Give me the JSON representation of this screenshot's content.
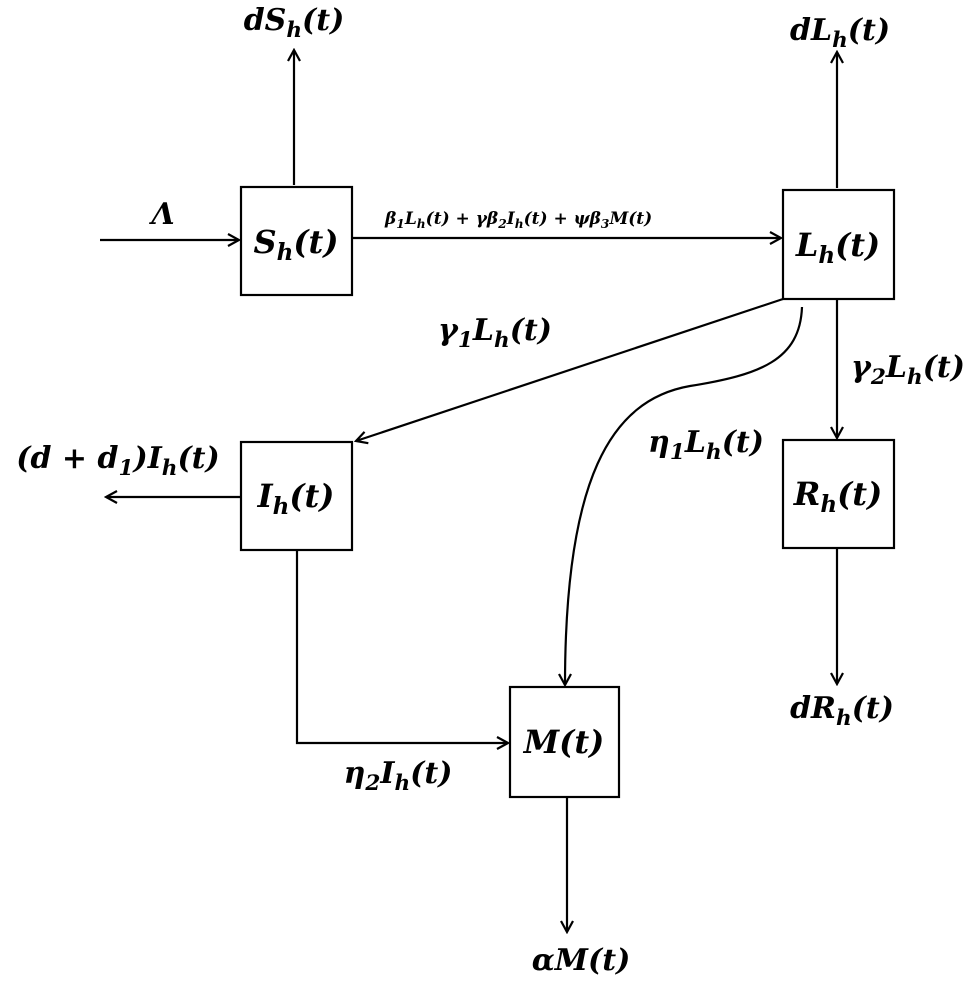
{
  "compartments": {
    "S": {
      "main": "S",
      "sub": "h",
      "arg": "(t)"
    },
    "L": {
      "main": "L",
      "sub": "h",
      "arg": "(t)"
    },
    "I": {
      "main": "I",
      "sub": "h",
      "arg": "(t)"
    },
    "R": {
      "main": "R",
      "sub": "h",
      "arg": "(t)"
    },
    "M": {
      "main": "M",
      "arg": "(t)"
    }
  },
  "flows": {
    "recruitment": "Λ",
    "S_death": {
      "pre": "dS",
      "sub": "h",
      "post": "(t)"
    },
    "L_death": {
      "pre": "dL",
      "sub": "h",
      "post": "(t)"
    },
    "R_death": {
      "pre": "dR",
      "sub": "h",
      "post": "(t)"
    },
    "infection": {
      "t1": "β",
      "t1s": "1",
      "t1b": "L",
      "t1bs": "h",
      "t1c": "(t) + γβ",
      "t2s": "2",
      "t2b": "I",
      "t2bs": "h",
      "t2c": "(t) + ψβ",
      "t3s": "3",
      "t3b": "M(t)"
    },
    "L_to_I": {
      "pre": "γ",
      "s1": "1",
      "mid": "L",
      "s2": "h",
      "post": "(t)"
    },
    "L_to_R": {
      "pre": "γ",
      "s1": "2",
      "mid": "L",
      "s2": "h",
      "post": "(t)"
    },
    "L_to_M": {
      "pre": "η",
      "s1": "1",
      "mid": "L",
      "s2": "h",
      "post": "(t)"
    },
    "I_to_M": {
      "pre": "η",
      "s1": "2",
      "mid": "I",
      "s2": "h",
      "post": "(t)"
    },
    "I_death": {
      "pre": "(d + d",
      "s1": "1",
      "mid": ")I",
      "s2": "h",
      "post": "(t)"
    },
    "M_decay": "αM(t)"
  }
}
